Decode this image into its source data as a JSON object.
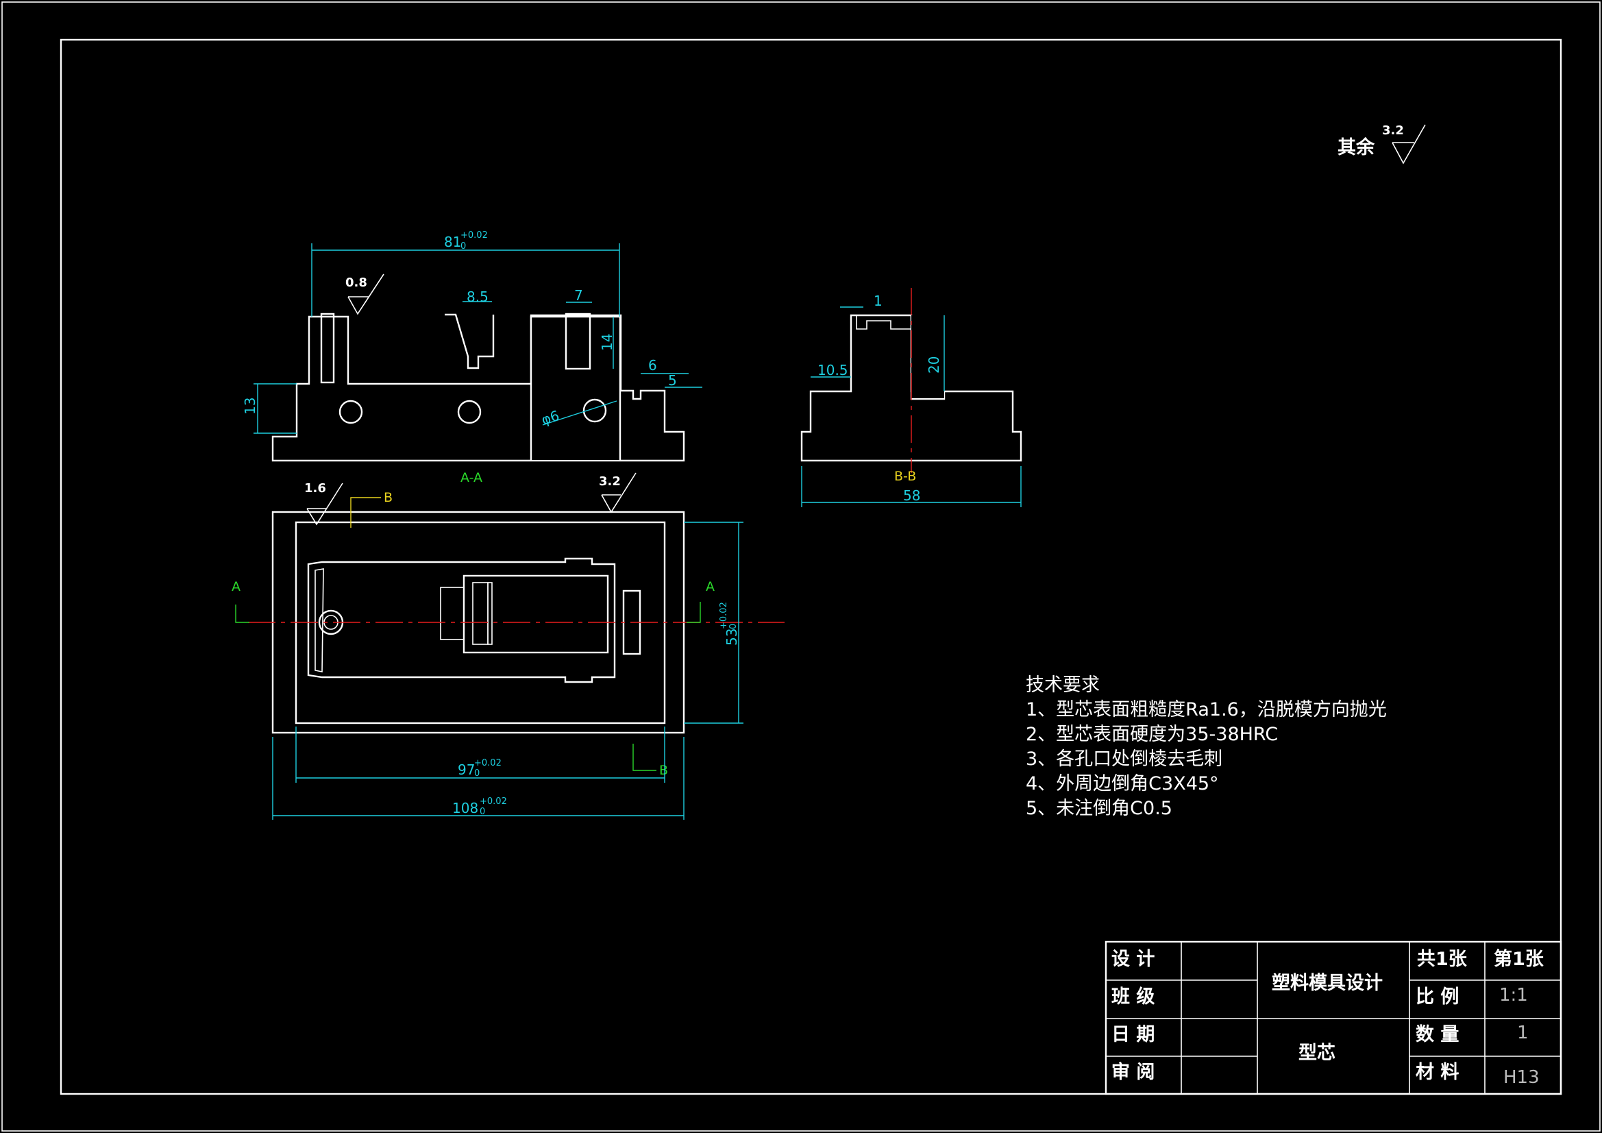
{
  "roughness": {
    "general_prefix": "其余",
    "general_value": "3.2",
    "top_face": "0.8",
    "plan_left": "1.6",
    "plan_right": "3.2"
  },
  "section_aa": {
    "label": "A-A",
    "dim_width": "81",
    "dim_width_tol": "+0.02",
    "dim_width_tol_low": "0",
    "dim_slot": "8.5",
    "dim_pocket": "7",
    "dim_depth": "14",
    "dim_step": "13",
    "dim_right1": "6",
    "dim_right2": "5",
    "dim_hole": "φ6"
  },
  "section_bb": {
    "label": "B-B",
    "dim_width": "58",
    "dim_top": "1",
    "dim_left": "10.5",
    "dim_height": "20"
  },
  "plan_view": {
    "cut_a": "A",
    "cut_b": "B",
    "dim_height": "53",
    "dim_height_tol": "+0.02",
    "dim_height_tol_low": "0",
    "dim_inner": "97",
    "dim_inner_tol": "+0.02",
    "dim_inner_tol_low": "0",
    "dim_outer": "108",
    "dim_outer_tol": "+0.02",
    "dim_outer_tol_low": "0"
  },
  "tech_notes": {
    "title": "技术要求",
    "lines": [
      "1、型芯表面粗糙度Ra1.6，沿脱模方向抛光",
      "2、型芯表面硬度为35-38HRC",
      "3、各孔口处倒棱去毛刺",
      "4、外周边倒角C3X45°",
      "5、未注倒角C0.5"
    ]
  },
  "title_block": {
    "design": "设 计",
    "class": "班 级",
    "date": "日 期",
    "review": "审 阅",
    "project": "塑料模具设计",
    "part": "型芯",
    "sheets_total": "共1张",
    "sheet_no": "第1张",
    "scale_label": "比 例",
    "scale_value": "1:1",
    "qty_label": "数 量",
    "qty_value": "1",
    "material_label": "材 料",
    "material_value": "H13"
  }
}
